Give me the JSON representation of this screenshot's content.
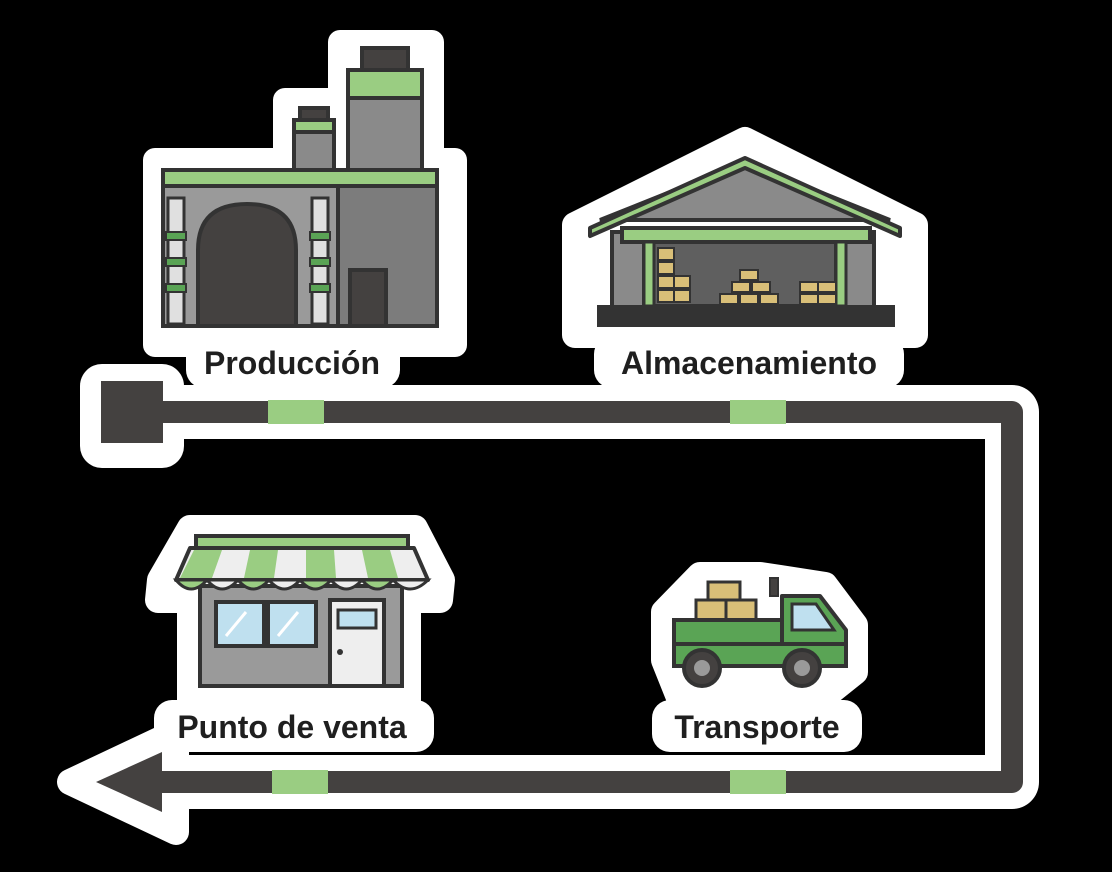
{
  "stages": [
    {
      "label": "Producción",
      "icon": "factory-icon"
    },
    {
      "label": "Almacenamiento",
      "icon": "warehouse-icon"
    },
    {
      "label": "Transporte",
      "icon": "truck-icon"
    },
    {
      "label": "Punto de venta",
      "icon": "store-icon"
    }
  ],
  "colors": {
    "background": "#000000",
    "sticker": "#ffffff",
    "outline": "#e6e6e6",
    "path": "#444140",
    "accent": "#9acd82",
    "green": "#5aa455",
    "gray": "#7c7c7c",
    "dark": "#333333",
    "box": "#d9bf78",
    "glass": "#bfe0ef"
  }
}
